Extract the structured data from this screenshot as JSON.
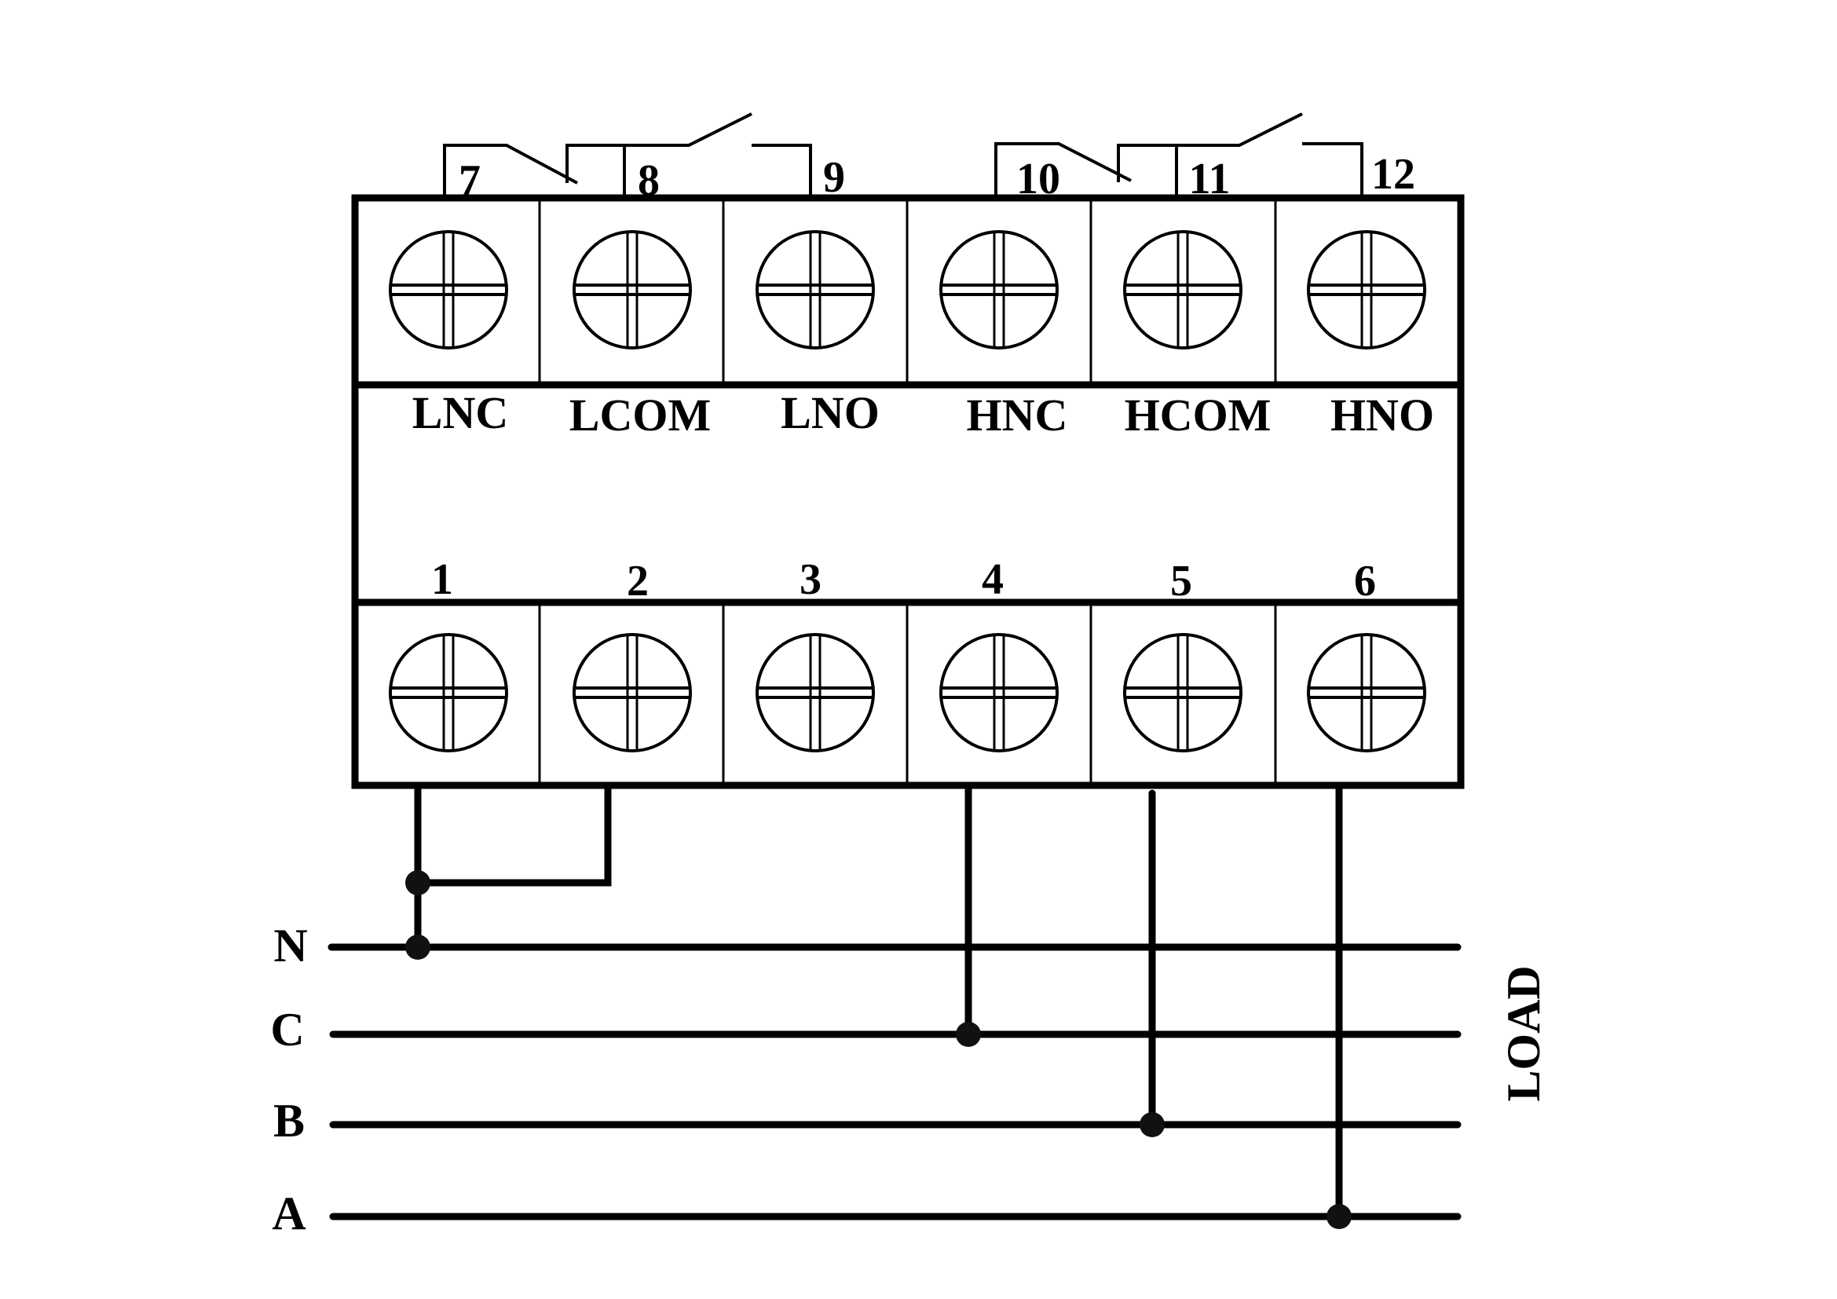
{
  "title": "Terminal wiring diagram",
  "upper_terminals": [
    {
      "number": "7",
      "label": "LNC"
    },
    {
      "number": "8",
      "label": "LCOM"
    },
    {
      "number": "9",
      "label": "LNO"
    },
    {
      "number": "10",
      "label": "HNC"
    },
    {
      "number": "11",
      "label": "HCOM"
    },
    {
      "number": "12",
      "label": "HNO"
    }
  ],
  "lower_terminals": [
    "1",
    "2",
    "3",
    "4",
    "5",
    "6"
  ],
  "lines": [
    "N",
    "C",
    "B",
    "A"
  ],
  "load_label": "LOAD",
  "connections": [
    {
      "terminal": "1",
      "line": "N"
    },
    {
      "terminal": "2",
      "line": "N"
    },
    {
      "terminal": "4",
      "line": "C"
    },
    {
      "terminal": "5",
      "line": "B"
    },
    {
      "terminal": "6",
      "line": "A"
    }
  ]
}
